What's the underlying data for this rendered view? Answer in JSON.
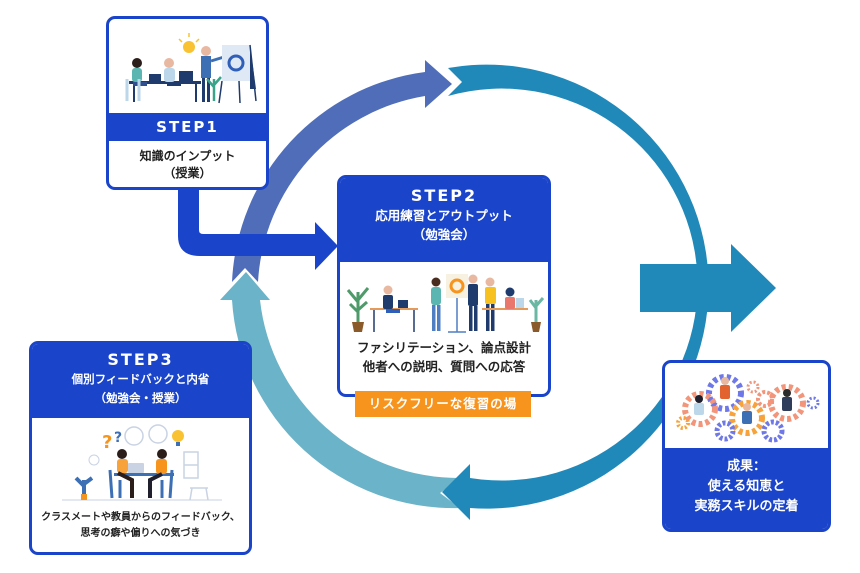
{
  "colors": {
    "box_blue": "#1a44c9",
    "arrow_top": "#4f6db8",
    "arrow_right": "#2189b9",
    "arrow_left": "#6bb3c8",
    "connector_blue": "#1a44c9",
    "badge_orange": "#f7941d",
    "text_dark": "#222222"
  },
  "step1": {
    "title": "STEP1",
    "line1": "知識のインプット",
    "line2": "（授業）",
    "illustration": "classroom-lecture-illustration"
  },
  "step2": {
    "title": "STEP2",
    "subtitle1": "応用練習とアウトプット",
    "subtitle2": "（勉強会）",
    "body1": "ファシリテーション、論点設計",
    "body2": "他者への説明、質問への応答",
    "badge": "リスクフリーな復習の場",
    "illustration": "office-workshop-illustration"
  },
  "step3": {
    "title": "STEP3",
    "subtitle1": "個別フィードバックと内省",
    "subtitle2": "（勉強会・授業）",
    "body1": "クラスメートや教員からのフィードバック、",
    "body2": "思考の癖や偏りへの気づき",
    "illustration": "one-on-one-feedback-illustration"
  },
  "result": {
    "line1": "成果：",
    "line2": "使える知恵と",
    "line3": "実務スキルの定着",
    "illustration": "team-gears-illustration"
  }
}
